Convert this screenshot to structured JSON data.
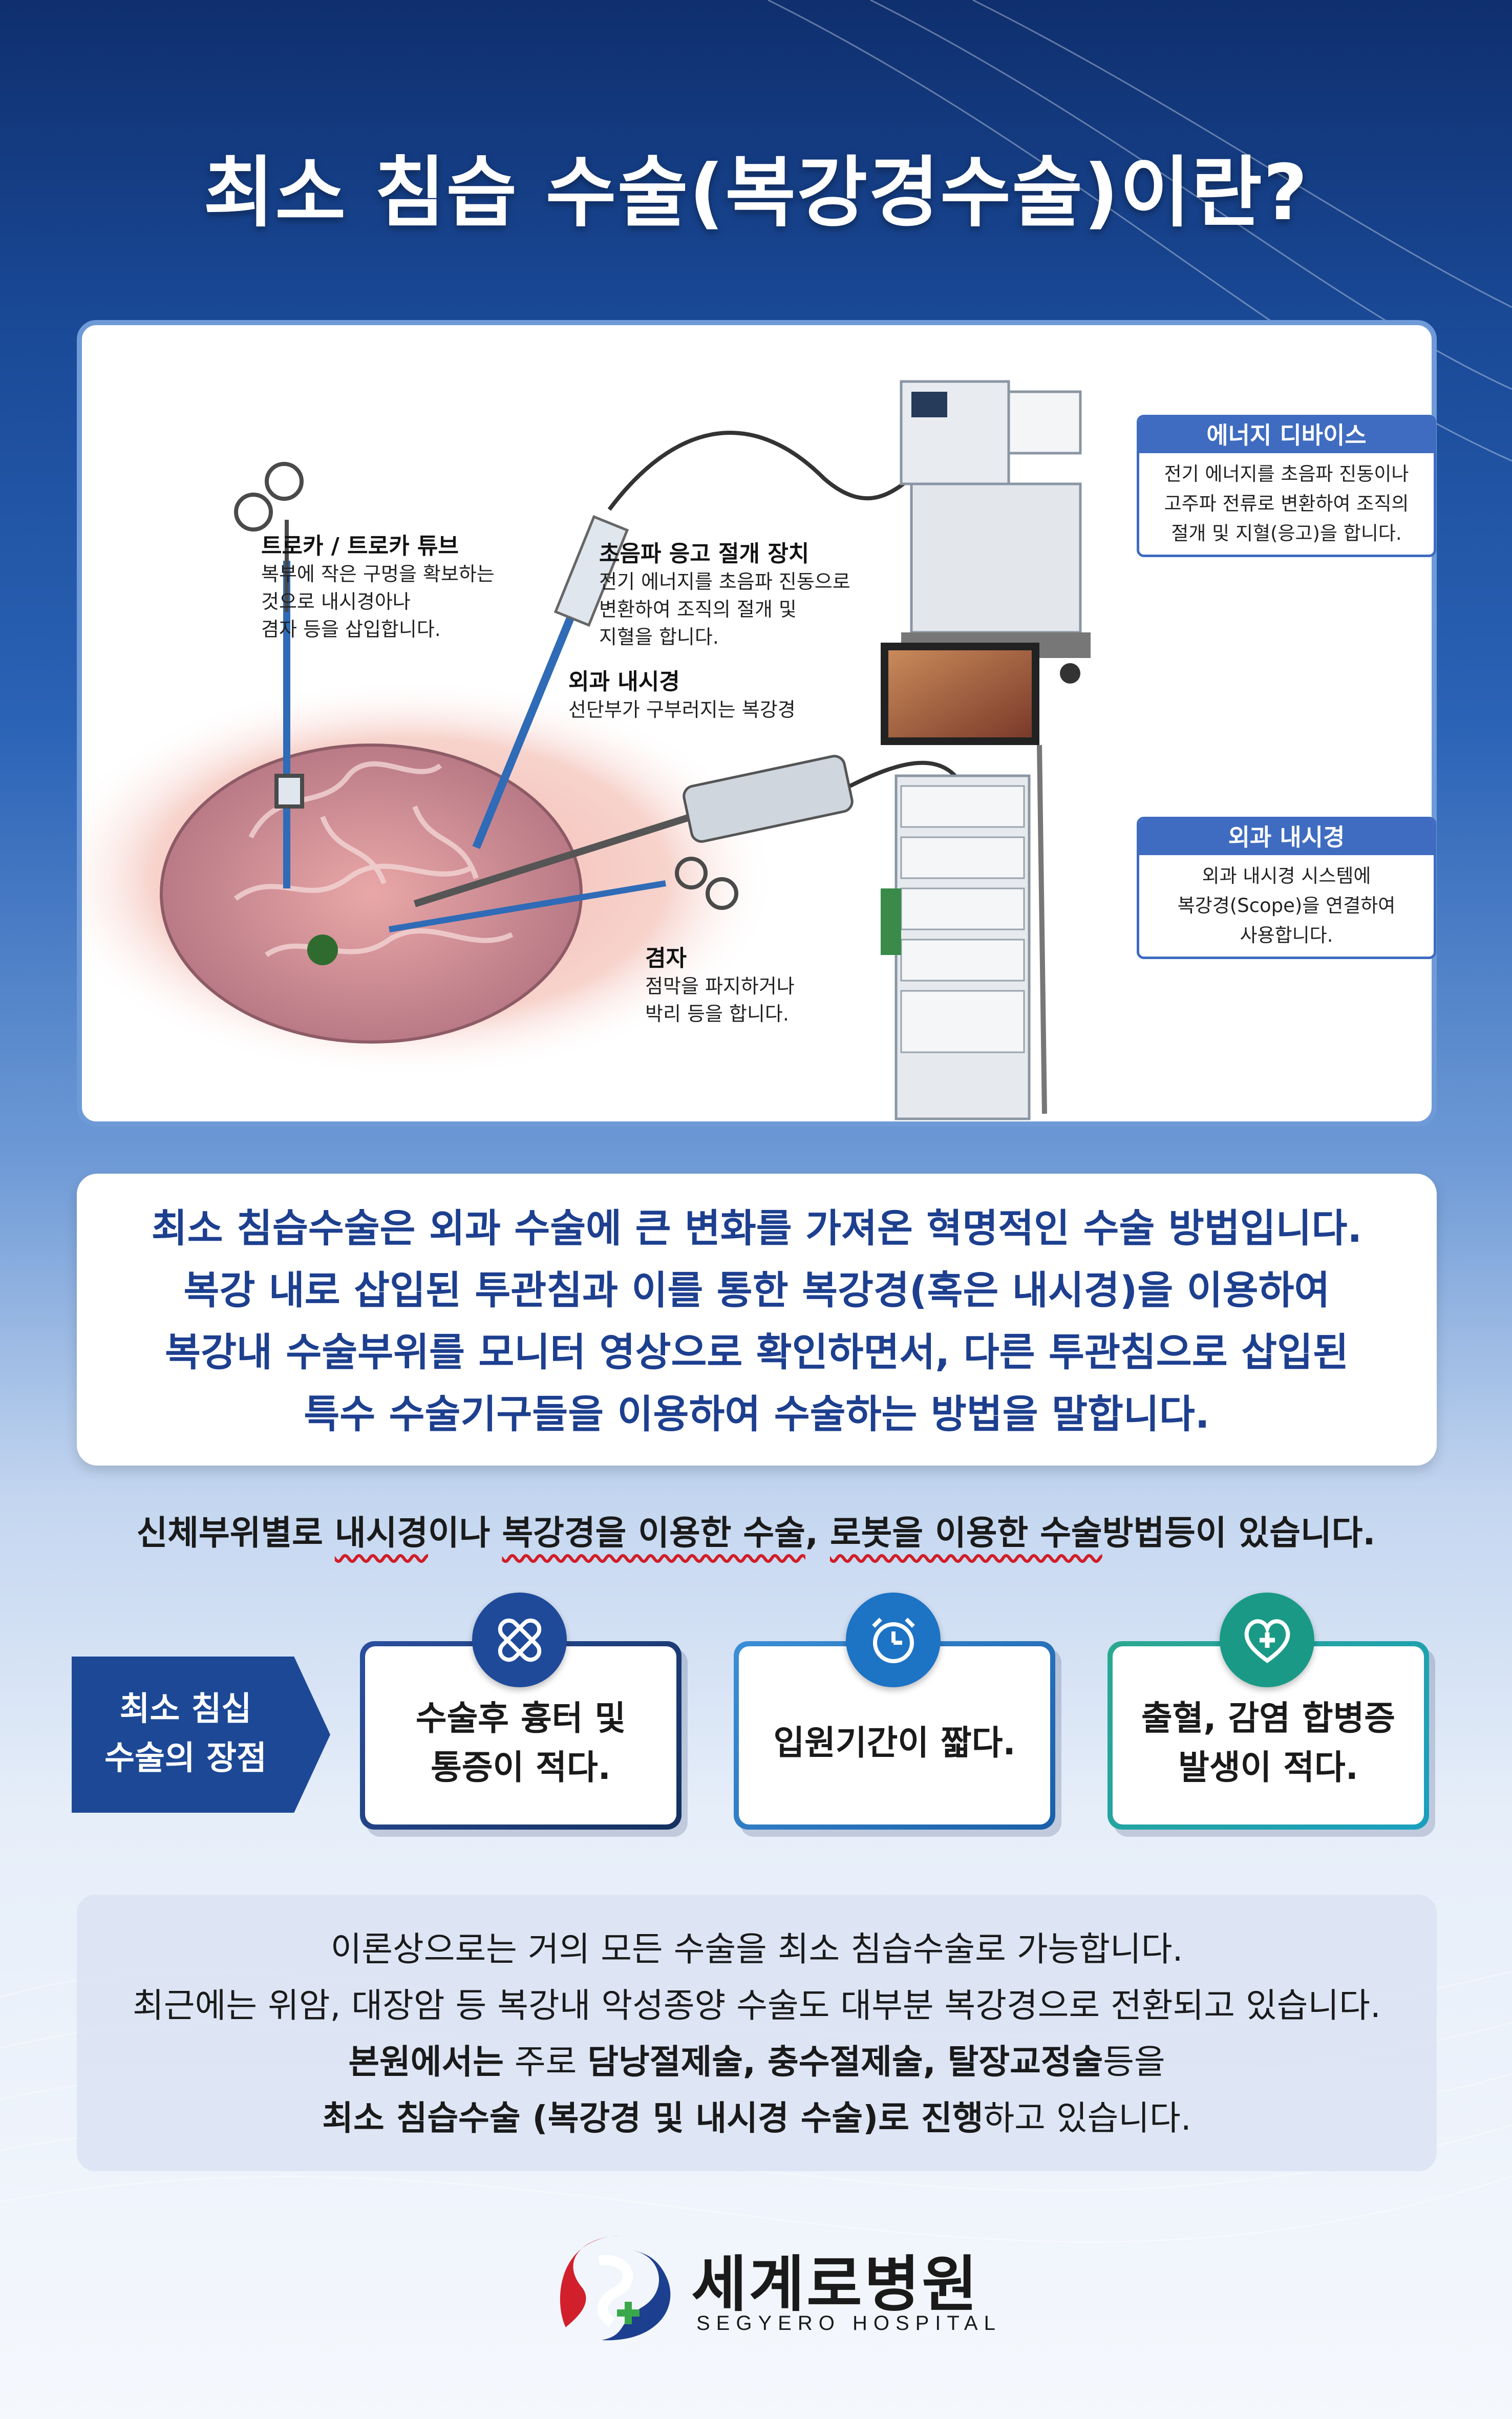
{
  "title": "최소 침습 수술(복강경수술)이란?",
  "illustration": {
    "trocar": {
      "heading": "트로카 / 트로카 튜브",
      "lines": [
        "복부에 작은 구멍을 확보하는",
        "것으로 내시경아나",
        "겸자 등을 삽입합니다."
      ]
    },
    "ultrasonic": {
      "heading": "초음파 응고 절개 장치",
      "lines": [
        "전기 에너지를 초음파 진동으로",
        "변환하여 조직의 절개 및",
        "지혈을 합니다."
      ]
    },
    "scope": {
      "heading": "외과 내시경",
      "lines": [
        "선단부가 구부러지는 복강경"
      ]
    },
    "forceps": {
      "heading": "겸자",
      "lines": [
        "점막을 파지하거나",
        "박리 등을 합니다."
      ]
    },
    "energy_box": {
      "heading": "에너지 디바이스",
      "lines": [
        "전기 에너지를 초음파 진동이나",
        "고주파 전류로 변환하여 조직의",
        "절개 및 지혈(응고)을 합니다."
      ]
    },
    "endo_box": {
      "heading": "외과 내시경",
      "lines": [
        "외과 내시경 시스템에",
        "복강경(Scope)을 연결하여",
        "사용합니다."
      ]
    }
  },
  "description": [
    "최소 침습수술은 외과 수술에 큰 변화를 가져온 혁명적인 수술 방법입니다.",
    "복강 내로 삽입된 투관침과 이를 통한 복강경(혹은 내시경)을 이용하여",
    "복강내 수술부위를 모니터 영상으로 확인하면서, 다른 투관침으로 삽입된",
    "특수 수술기구들을 이용하여 수술하는 방법을 말합니다."
  ],
  "methods_line": {
    "p1": "신체부위별로 ",
    "u1": "내시경",
    "p2": "이나 ",
    "u2": "복강경을 이용한 수술",
    "p3": ", ",
    "u3": "로봇을 이용한 수술",
    "p4": "방법등이 있습니다."
  },
  "advantages": {
    "tag_line1": "최소 침십",
    "tag_line2": "수술의 장점",
    "items": [
      {
        "line1": "수술후 흉터 및",
        "line2": "통증이 적다.",
        "icon": "bandage-icon",
        "color": "#1f4a9a"
      },
      {
        "line1": "입원기간이 짧다.",
        "line2": "",
        "icon": "alarm-clock-icon",
        "color": "#1d73c4"
      },
      {
        "line1": "출혈, 감염 합병증",
        "line2": "발생이 적다.",
        "icon": "heart-plus-icon",
        "color": "#1a9a86"
      }
    ]
  },
  "note": {
    "line1": "이론상으로는 거의 모든 수술을 최소 침습수술로 가능합니다.",
    "line2": "최근에는 위암, 대장암 등 복강내 악성종양 수술도 대부분 복강경으로 전환되고 있습니다.",
    "line3_b1": "본원에서는",
    "line3_p1": " 주로 ",
    "line3_b2": "담낭절제술, 충수절제술, 탈장교정술",
    "line3_p2": "등을",
    "line4_b1": "최소 침습수술 (복강경 및 내시경 수술)로 진행",
    "line4_p1": "하고 있습니다."
  },
  "logo": {
    "name": "세계로병원",
    "sub": "SEGYERO HOSPITAL"
  }
}
